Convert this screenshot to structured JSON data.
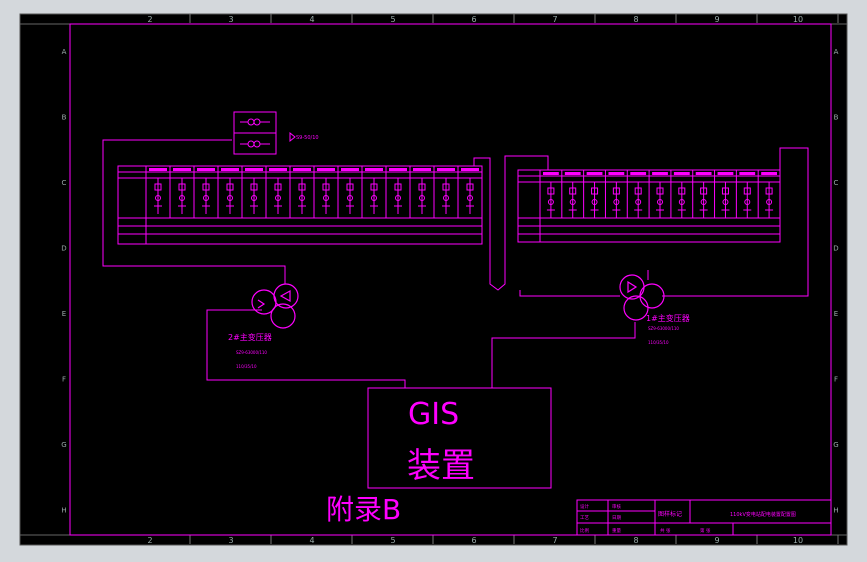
{
  "colors": {
    "frame_bg": "#d4d8dc",
    "sheet_bg": "#000000",
    "line": "#ff00ff",
    "ruler": "#444444",
    "ruler_text": "#222222"
  },
  "grid": {
    "columns": [
      "2",
      "3",
      "4",
      "5",
      "6",
      "7",
      "8",
      "9",
      "10"
    ],
    "rows": [
      "A",
      "B",
      "C",
      "D",
      "E",
      "F",
      "G",
      "H"
    ]
  },
  "gis_box": {
    "line1": "GIS",
    "line2": "装置"
  },
  "appendix_label": "附录B",
  "transformer_2": {
    "name": "2#主变压器",
    "model": "SZ9-63000/110",
    "ratio": "110/35/10"
  },
  "transformer_1": {
    "name": "1#主变压器",
    "model": "SZ9-63000/110",
    "ratio": "110/35/10"
  },
  "station_tx_label": "S9-50/10",
  "title_block": {
    "drawing_title": "110kV变电站配电装置配置图",
    "scale_label": "图样标记",
    "cells": [
      "设计",
      "审核",
      "工艺",
      "日期",
      "比例",
      "重量",
      "共 张",
      "第 张"
    ]
  }
}
